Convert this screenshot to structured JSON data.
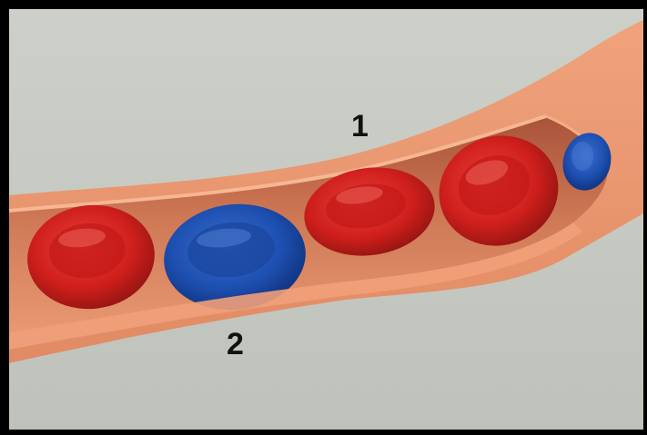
{
  "labels": {
    "one": "1",
    "two": "2"
  },
  "colors": {
    "background": "#c9ccc5",
    "vessel_wall": "#e8906a",
    "vessel_interior": "#c86e4d",
    "red_cell": "#d0221f",
    "blue_cell": "#1d4fb0"
  },
  "cells": [
    "red",
    "blue",
    "red",
    "red",
    "blue"
  ]
}
